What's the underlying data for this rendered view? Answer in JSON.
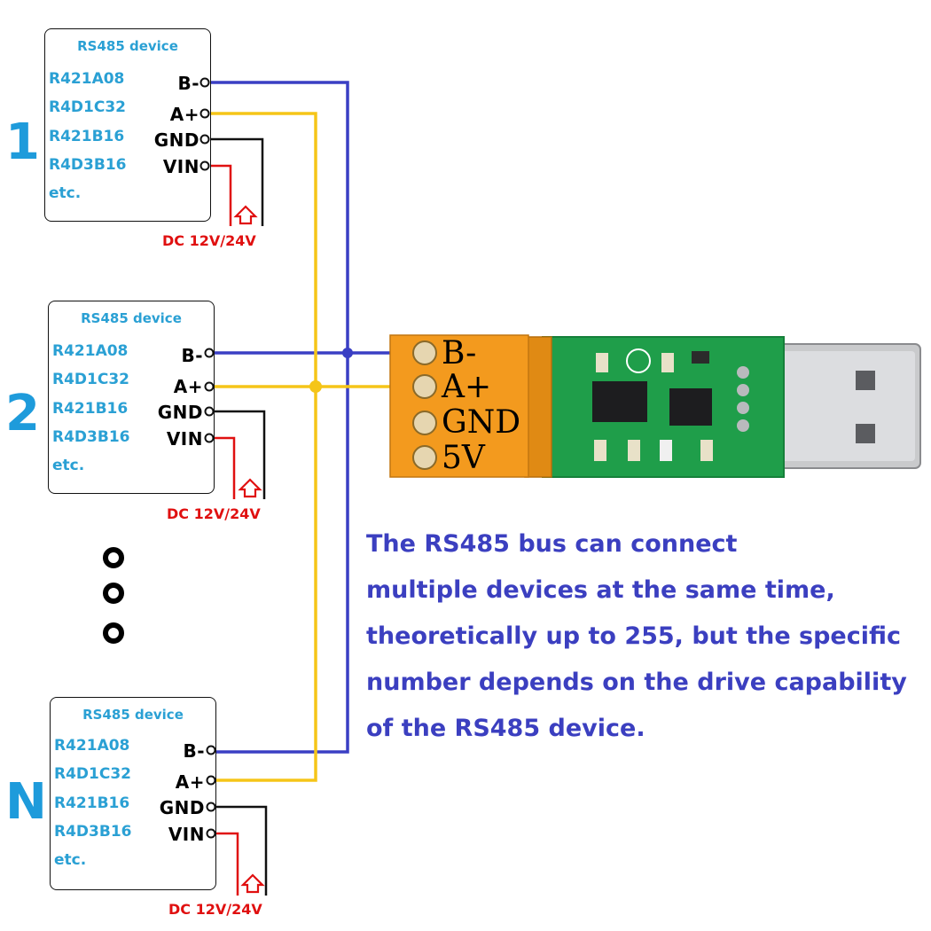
{
  "devices": [
    {
      "number": "1",
      "title": "RS485 device",
      "models": [
        "R421A08",
        "R4D1C32",
        "R421B16",
        "R4D3B16",
        "etc."
      ],
      "pins": [
        "B-",
        "A+",
        "GND",
        "VIN"
      ],
      "power": "DC 12V/24V"
    },
    {
      "number": "2",
      "title": "RS485 device",
      "models": [
        "R421A08",
        "R4D1C32",
        "R421B16",
        "R4D3B16",
        "etc."
      ],
      "pins": [
        "B-",
        "A+",
        "GND",
        "VIN"
      ],
      "power": "DC 12V/24V"
    },
    {
      "number": "N",
      "title": "RS485 device",
      "models": [
        "R421A08",
        "R4D1C32",
        "R421B16",
        "R4D3B16",
        "etc."
      ],
      "pins": [
        "B-",
        "A+",
        "GND",
        "VIN"
      ],
      "power": "DC 12V/24V"
    }
  ],
  "converter": {
    "terminals": [
      "B-",
      "A+",
      "GND",
      "5V"
    ]
  },
  "description": [
    "The RS485 bus can connect",
    "multiple devices at the same time,",
    "theoretically up to 255, but the specific",
    "number depends on the drive capability",
    "of the RS485 device."
  ],
  "colors": {
    "b_wire": "#3a3fc4",
    "a_wire": "#f5c518",
    "gnd_wire": "#111111",
    "vin_wire": "#e01010",
    "pcb": "#1f9e4a",
    "terminal_block": "#f39a1e"
  }
}
